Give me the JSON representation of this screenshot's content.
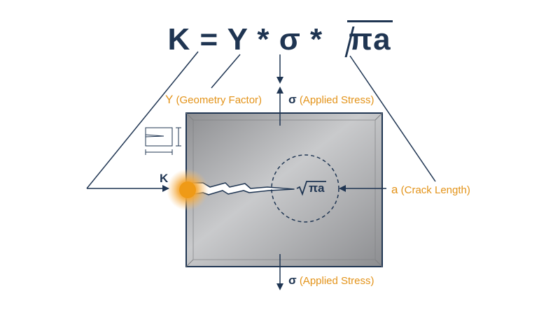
{
  "formula": {
    "text": "K = Y * σ * ",
    "radicand": "πa"
  },
  "labels": {
    "geometry_symbol": "Y",
    "geometry_text": "(Geometry Factor)",
    "stress_top_symbol": "σ",
    "stress_top_text": "(Applied Stress)",
    "stress_bottom_symbol": "σ",
    "stress_bottom_text": "(Applied Stress)",
    "crack_symbol": "a",
    "crack_text": "(Crack Length)",
    "k_label": "K",
    "sqrt_radicand": "πa"
  },
  "colors": {
    "navy": "#1f3552",
    "orange": "#e39319",
    "plate": "#a9aaac"
  }
}
